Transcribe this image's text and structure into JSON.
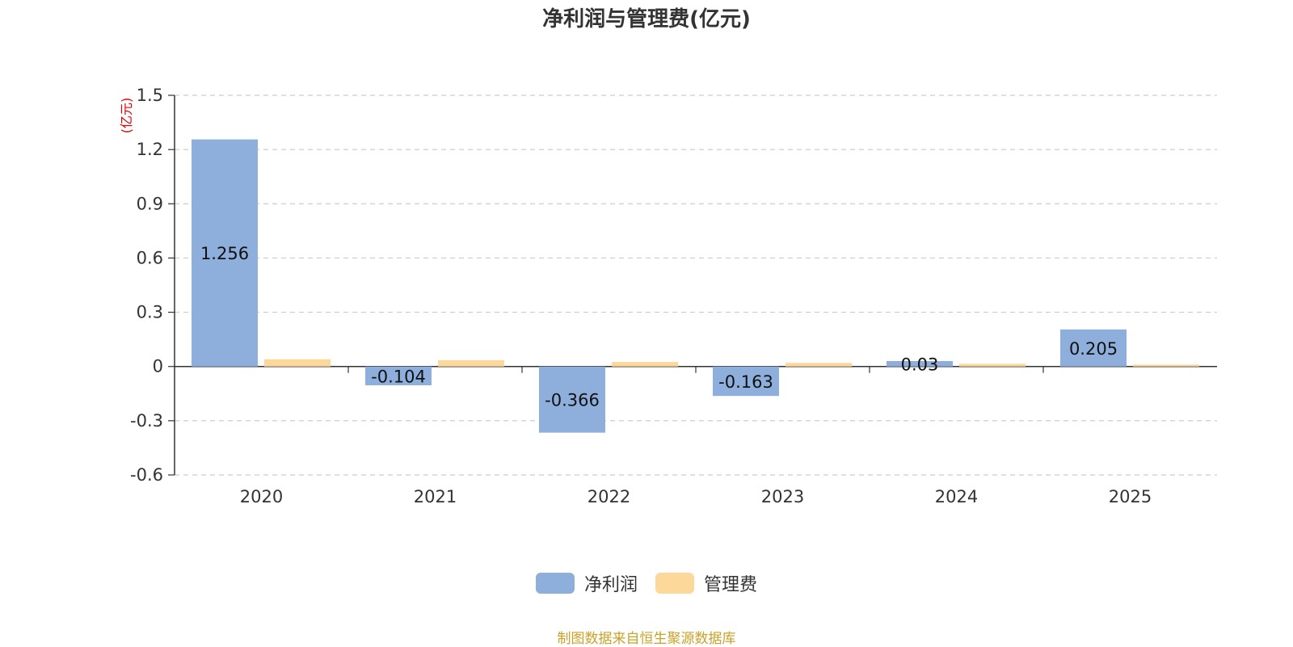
{
  "chart_data": {
    "type": "bar",
    "title": "净利润与管理费(亿元)",
    "ylabel": "(亿元)",
    "xlabel": "",
    "categories": [
      "2020",
      "2021",
      "2022",
      "2023",
      "2024",
      "2025"
    ],
    "series": [
      {
        "name": "净利润",
        "color": "#8eaedb",
        "values": [
          1.256,
          -0.104,
          -0.366,
          -0.163,
          0.03,
          0.205
        ],
        "labels": [
          "1.256",
          "-0.104",
          "-0.366",
          "-0.163",
          "0.03",
          "0.205"
        ]
      },
      {
        "name": "管理费",
        "color": "#fdd89b",
        "values": [
          0.04,
          0.035,
          0.025,
          0.02,
          0.015,
          0.01
        ]
      }
    ],
    "ylim": [
      -0.6,
      1.5
    ],
    "yticks": [
      "1.5",
      "1.2",
      "0.9",
      "0.6",
      "0.3",
      "0",
      "-0.3",
      "-0.6"
    ],
    "ytick_values": [
      1.5,
      1.2,
      0.9,
      0.6,
      0.3,
      0,
      -0.3,
      -0.6
    ],
    "grid": true,
    "legend_position": "bottom-center"
  },
  "source_note": "制图数据来自恒生聚源数据库"
}
